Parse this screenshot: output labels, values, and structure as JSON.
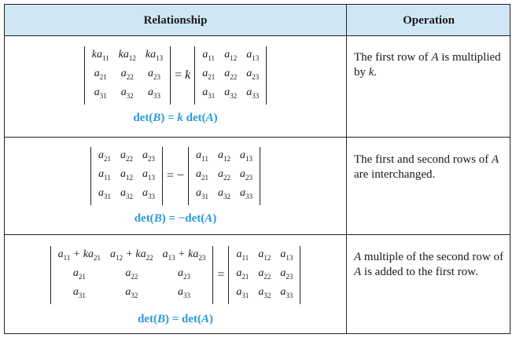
{
  "header": {
    "relationship": "Relationship",
    "operation": "Operation"
  },
  "rows": [
    {
      "left": [
        [
          "ka11",
          "ka12",
          "ka13"
        ],
        [
          "a21",
          "a22",
          "a23"
        ],
        [
          "a31",
          "a32",
          "a33"
        ]
      ],
      "op": "= k",
      "right": [
        [
          "a11",
          "a12",
          "a13"
        ],
        [
          "a21",
          "a22",
          "a23"
        ],
        [
          "a31",
          "a32",
          "a33"
        ]
      ],
      "formula": "det(B) = k det(A)",
      "description": "The first row of A is multiplied by k."
    },
    {
      "left": [
        [
          "a21",
          "a22",
          "a23"
        ],
        [
          "a11",
          "a12",
          "a13"
        ],
        [
          "a31",
          "a32",
          "a33"
        ]
      ],
      "op": "= −",
      "right": [
        [
          "a11",
          "a12",
          "a13"
        ],
        [
          "a21",
          "a22",
          "a23"
        ],
        [
          "a31",
          "a32",
          "a33"
        ]
      ],
      "formula": "det(B) = −det(A)",
      "description": "The first and second rows of A are interchanged."
    },
    {
      "left": [
        [
          "a11 + ka21",
          "a12 + ka22",
          "a13 + ka23"
        ],
        [
          "a21",
          "a22",
          "a23"
        ],
        [
          "a31",
          "a32",
          "a33"
        ]
      ],
      "op": "=",
      "right": [
        [
          "a11",
          "a12",
          "a13"
        ],
        [
          "a21",
          "a22",
          "a23"
        ],
        [
          "a31",
          "a32",
          "a33"
        ]
      ],
      "formula": "det(B) = det(A)",
      "description": "A multiple of the second row of A is added to the first row."
    }
  ]
}
